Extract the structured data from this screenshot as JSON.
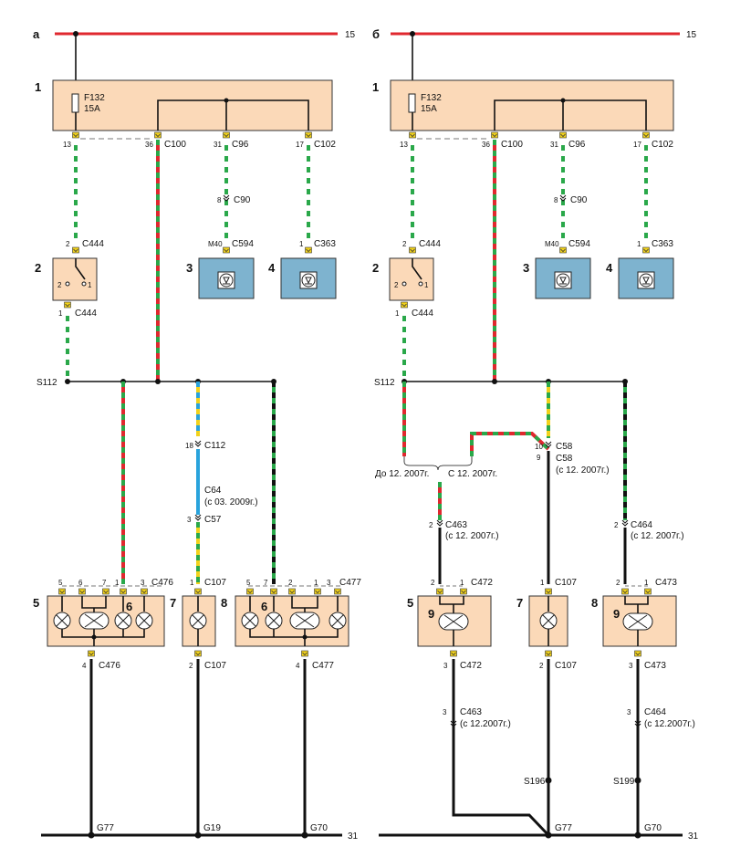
{
  "labels": {
    "panel_a": "а",
    "panel_b": "б",
    "rail_top": "15",
    "rail_bottom": "31"
  },
  "components": {
    "n1": "1",
    "n2": "2",
    "n3": "3",
    "n4": "4",
    "n5": "5",
    "n6": "6",
    "n7": "7",
    "n8": "8",
    "n9": "9"
  },
  "fuse": {
    "name": "F132",
    "rating": "15A"
  },
  "connectors": {
    "c100": "C100",
    "c96": "C96",
    "c102": "C102",
    "c90": "C90",
    "c444": "C444",
    "c594": "C594",
    "c363": "C363",
    "c112": "C112",
    "c64": "C64",
    "c57": "C57",
    "c476": "C476",
    "c107": "C107",
    "c477": "C477",
    "c58": "C58",
    "c463": "C463",
    "c464": "C464",
    "c472": "C472",
    "c473": "C473"
  },
  "splices": {
    "s112": "S112",
    "s196": "S196",
    "s199": "S199"
  },
  "grounds": {
    "g77": "G77",
    "g19": "G19",
    "g70": "G70"
  },
  "pins": {
    "p1": "1",
    "p2": "2",
    "p3": "3",
    "p4": "4",
    "p5": "5",
    "p6": "6",
    "p7": "7",
    "p8": "8",
    "p9": "9",
    "p10": "10",
    "p13": "13",
    "p17": "17",
    "p18": "18",
    "p31": "31",
    "p36": "36",
    "m40": "M40"
  },
  "dates": {
    "c64_note": "(с 03. 2009г.)",
    "since_2007": "(с 12. 2007г.)",
    "since_2007b": "(с 12.2007г.)",
    "until": "До 12. 2007г.",
    "from": "С 12. 2007г."
  },
  "colors": {
    "rail": "#e0282f",
    "green": "#2aa84a",
    "red": "#e0282f",
    "yellow": "#f2d21b",
    "blue": "#29a3dc",
    "black": "#111111",
    "box": "#fbd9b8",
    "sensor": "#7eb3cf"
  }
}
